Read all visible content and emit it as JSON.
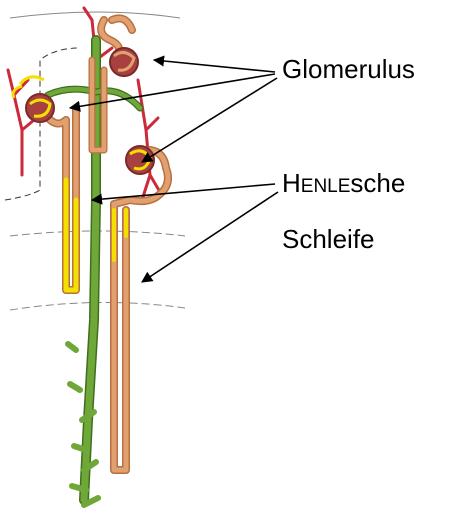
{
  "labels": {
    "glomerulus": "Glomerulus",
    "henle_line1_initial": "H",
    "henle_line1_smallcaps": "ENLE",
    "henle_line1_rest": "sche",
    "henle_line2": "Schleife"
  },
  "colors": {
    "tubule_orange": "#e0a070",
    "tubule_orange_dark": "#b87040",
    "tubule_yellow": "#f4e000",
    "duct_green": "#6fa838",
    "duct_green_dark": "#3f6f1e",
    "vessel_red": "#cc2a3a",
    "glomerulus_red": "#a84040",
    "arrow_black": "#000000",
    "boundary_gray": "#888888"
  }
}
